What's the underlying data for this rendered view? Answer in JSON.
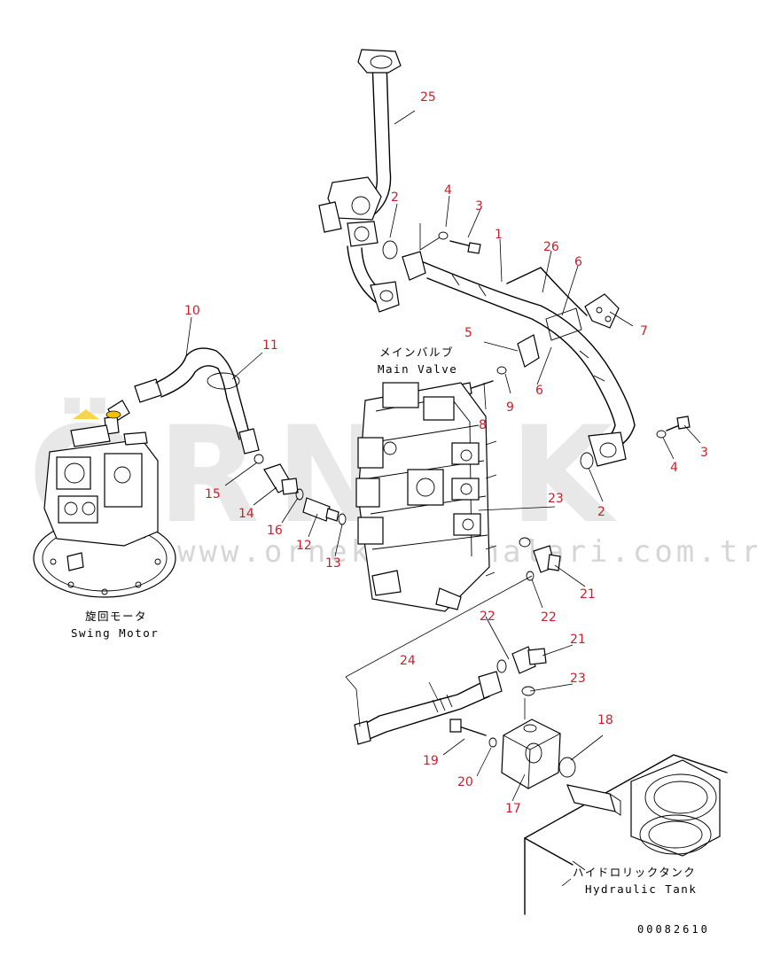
{
  "callouts": {
    "n1": "1",
    "n2a": "2",
    "n2b": "2",
    "n3a": "3",
    "n3b": "3",
    "n4a": "4",
    "n4b": "4",
    "n5": "5",
    "n6a": "6",
    "n6b": "6",
    "n7": "7",
    "n8": "8",
    "n9": "9",
    "n10": "10",
    "n11": "11",
    "n12": "12",
    "n13": "13",
    "n14": "14",
    "n15": "15",
    "n16": "16",
    "n17": "17",
    "n18": "18",
    "n19": "19",
    "n20": "20",
    "n21a": "21",
    "n21b": "21",
    "n22a": "22",
    "n22b": "22",
    "n23a": "23",
    "n23b": "23",
    "n24": "24",
    "n25": "25",
    "n26": "26"
  },
  "labels": {
    "main_valve_jp": "メインバルブ",
    "main_valve_en": "Main Valve",
    "swing_motor_jp": "旋回モータ",
    "swing_motor_en": "Swing Motor",
    "tank_jp": "ハイドロリックタンク",
    "tank_en": "Hydraulic Tank"
  },
  "drawing_code": "00082610",
  "watermark": {
    "text": "ÖRNEK",
    "url": "www.orneksmakinalari.com.tr",
    "color": "#d6d6d6",
    "accent_color": "#f2c200"
  },
  "callout_color": "#c8202a"
}
